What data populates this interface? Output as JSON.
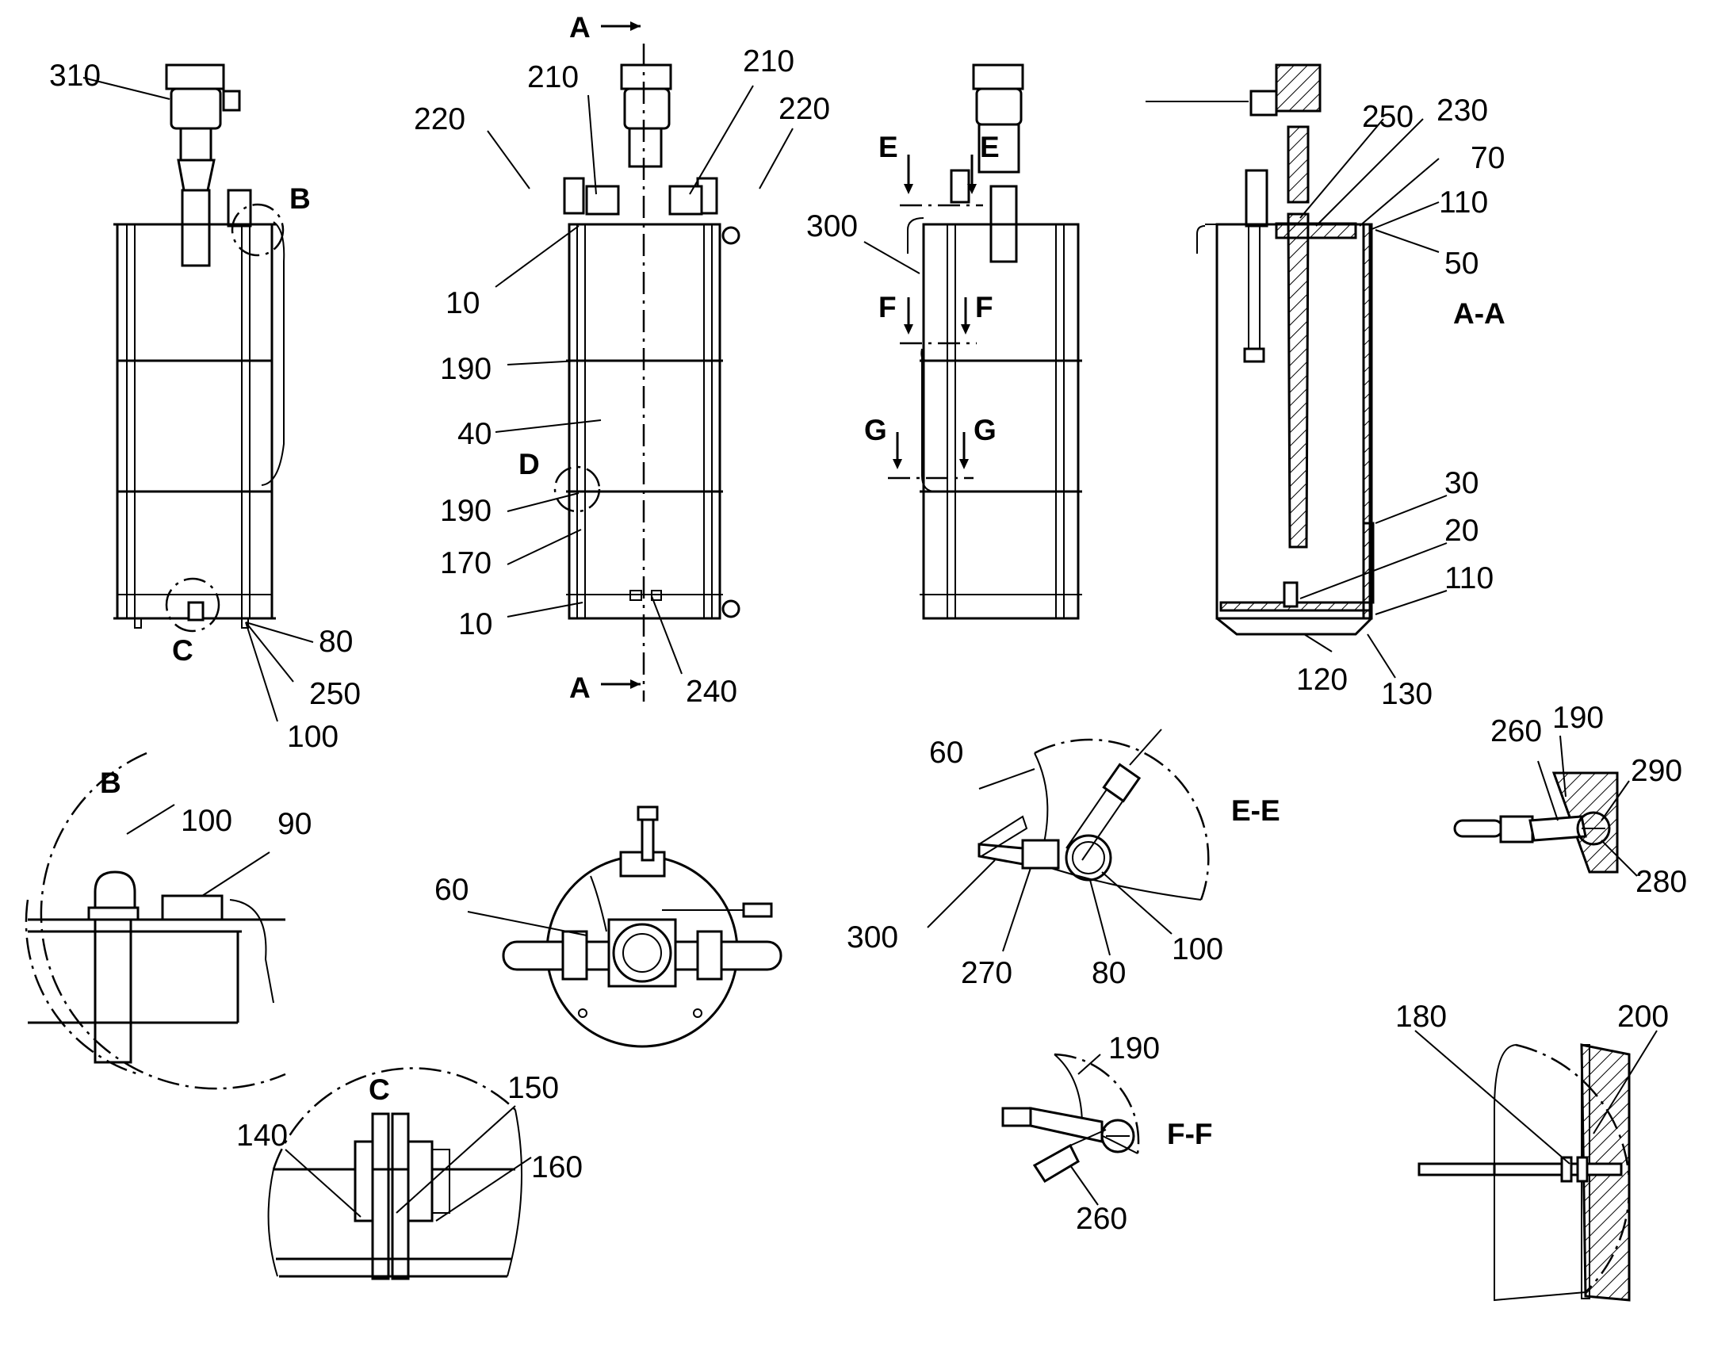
{
  "labels": {
    "v1": {
      "l310": "310",
      "secB": "B",
      "secC": "C",
      "l80": "80",
      "l250": "250",
      "l100": "100"
    },
    "v2": {
      "secA_top": "A",
      "secA_bot": "A",
      "l210a": "210",
      "l210b": "210",
      "l220a": "220",
      "l220b": "220",
      "l10a": "10",
      "l190a": "190",
      "l40": "40",
      "secD": "D",
      "l190b": "190",
      "l170": "170",
      "l10b": "10",
      "l240": "240"
    },
    "v3": {
      "l300": "300",
      "secE1": "E",
      "secE2": "E",
      "secF1": "F",
      "secF2": "F",
      "secG1": "G",
      "secG2": "G"
    },
    "v4": {
      "l250": "250",
      "l230": "230",
      "l70": "70",
      "l110a": "110",
      "l50": "50",
      "secAA": "A-A",
      "l30": "30",
      "l20": "20",
      "l110b": "110",
      "l120": "120",
      "l130": "130"
    },
    "detB": {
      "title": "B",
      "l100": "100",
      "l90": "90"
    },
    "top": {
      "l60": "60"
    },
    "detEE": {
      "l60": "60",
      "title": "E-E",
      "l300": "300",
      "l270": "270",
      "l80": "80",
      "l100": "100"
    },
    "detRight": {
      "l260": "260",
      "l190": "190",
      "l290": "290",
      "l280": "280"
    },
    "detC": {
      "title": "C",
      "l140": "140",
      "l150": "150",
      "l160": "160"
    },
    "detFF": {
      "l190": "190",
      "title": "F-F",
      "l260": "260"
    },
    "detD": {
      "l180": "180",
      "l200": "200"
    }
  }
}
